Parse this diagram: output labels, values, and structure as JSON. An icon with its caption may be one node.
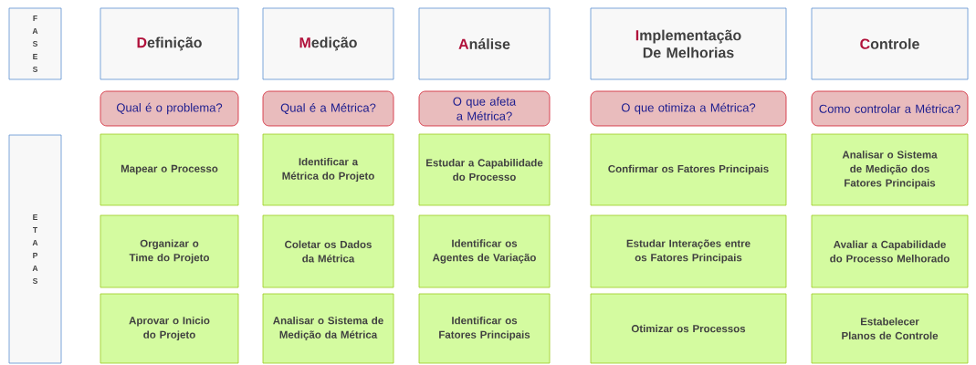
{
  "diagram": {
    "nodes": [
      {
        "text": [
          "FASES"
        ]
      },
      {
        "text": [
          "Definição"
        ]
      },
      {
        "text": [
          "Medição"
        ]
      },
      {
        "text": [
          "Análise"
        ]
      },
      {
        "text": [
          "Implementação De Melhorias"
        ]
      },
      {
        "text": [
          "Controle"
        ]
      },
      {
        "text": [
          "Qual é o problema?"
        ]
      },
      {
        "text": [
          "Qual é a Métrica?"
        ]
      },
      {
        "text": [
          "O que afeta a Métrica?"
        ]
      },
      {
        "text": [
          "O que otimiza a Métrica?"
        ]
      },
      {
        "text": [
          "Como controlar a Métrica?"
        ]
      },
      {
        "text": [
          "ETAPAS"
        ]
      },
      {
        "text": [
          "Mapear o Processo"
        ]
      },
      {
        "text": [
          "Identificar a Métrica do Projeto"
        ]
      },
      {
        "text": [
          "Estudar a Capabilidade do Processo"
        ]
      },
      {
        "text": [
          "Confirmar os Fatores Principais"
        ]
      },
      {
        "text": [
          "Analisar o Sistema de Medição dos Fatores Principais"
        ]
      },
      {
        "text": [
          "Organizar o Time do Projeto"
        ]
      },
      {
        "text": [
          "Coletar os Dados da Métrica"
        ]
      },
      {
        "text": [
          "Identificar os Agentes de Variação"
        ]
      },
      {
        "text": [
          "Estudar Interações entre os Fatores Principais"
        ]
      },
      {
        "text": [
          "Avaliar a Capabilidade do Processo Melhorado"
        ]
      },
      {
        "text": [
          "Aprovar o Inicio do Projeto"
        ]
      },
      {
        "text": [
          "Analisar o Sistema de Medição da Métrica"
        ]
      },
      {
        "text": [
          "Identificar os Fatores Principais"
        ]
      },
      {
        "text": [
          "Otimizar os Processos"
        ]
      },
      {
        "text": [
          "Estabelecer Planos de Controle"
        ]
      }
    ]
  }
}
